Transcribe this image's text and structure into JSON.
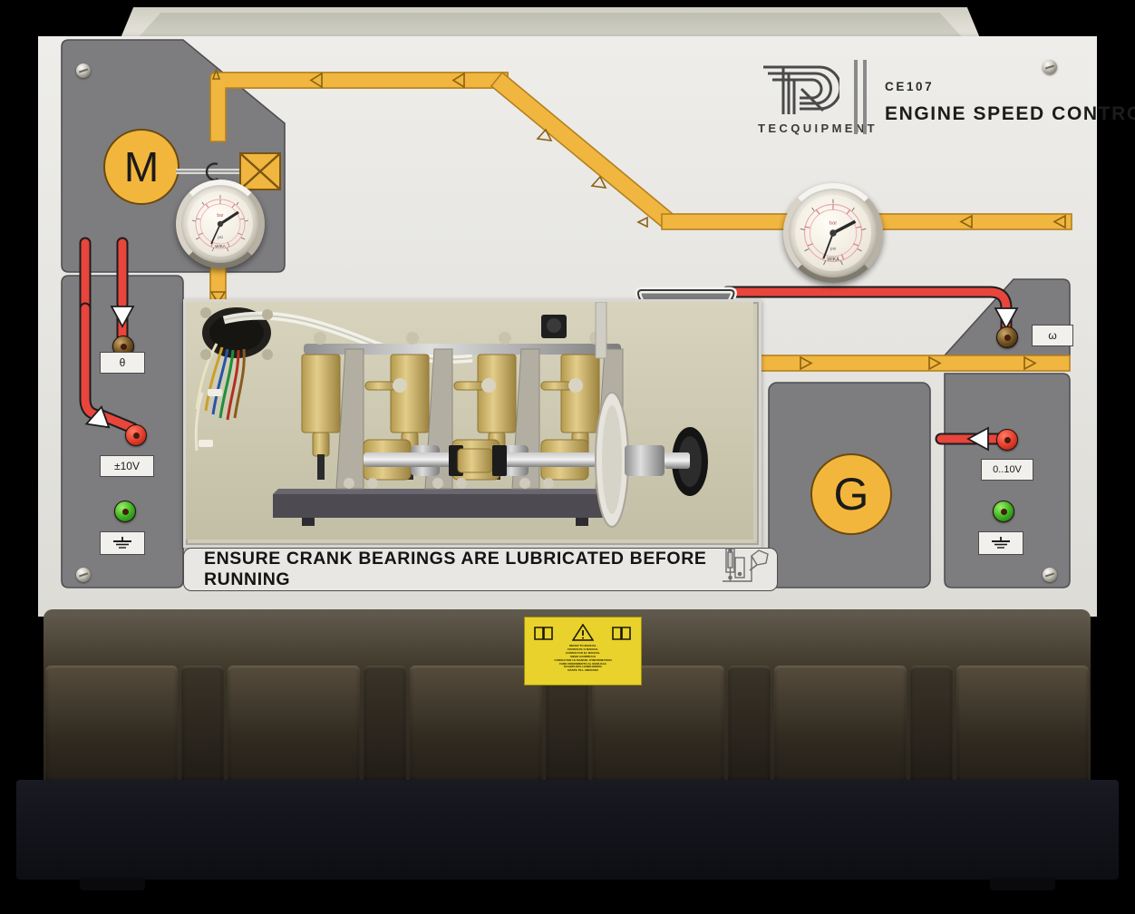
{
  "product": {
    "brand": "TECQUIPMENT",
    "brand_mark": "TQ",
    "model_code": "CE107",
    "title": "ENGINE SPEED CONTROL"
  },
  "panel": {
    "warning_banner": "ENSURE CRANK BEARINGS ARE LUBRICATED BEFORE RUNNING",
    "oiler_icon": "oil-can-icon"
  },
  "symbols": {
    "motor": "M",
    "generator": "G",
    "torque_transducer": "x-box",
    "speed_sensor": "triangle-with-disc"
  },
  "left_terminals": [
    {
      "label": "θ",
      "name": "theta",
      "jack": "dark"
    },
    {
      "label": "±10V",
      "name": "plus-minus-10v",
      "jack": "red"
    },
    {
      "label": "⏚",
      "name": "earth",
      "jack": "green"
    }
  ],
  "right_terminals": [
    {
      "label": "ω",
      "name": "omega",
      "jack": "dark"
    },
    {
      "label": "0..10V",
      "name": "zero-to-10v",
      "jack": "red"
    },
    {
      "label": "⏚",
      "name": "earth",
      "jack": "green"
    }
  ],
  "gauges": [
    {
      "name": "motor-pressure-gauge",
      "maker": "WIKA",
      "unit": "bar",
      "needle_deg": 48
    },
    {
      "name": "line-pressure-gauge",
      "maker": "WIKA",
      "unit": "bar",
      "needle_deg": 40
    }
  ],
  "warning_label": {
    "title": "REFER TO MANUAL",
    "lines": [
      "REFER TO MANUAL",
      "CONSULTE O MANUAL",
      "CONSULTAR EL MANUAL",
      "SIEHE HANDBUCH",
      "CONSULTER LE MANUEL D'INFORMATION",
      "FARE RIFERIMENTO AL MANUALE",
      "RAADPLEEG HANDLEIDING",
      "NÄSTE TILL ANPASSD"
    ],
    "icons": [
      "manual-book-icon",
      "hazard-triangle-icon",
      "manual-book-icon"
    ]
  },
  "colors": {
    "accent_orange": "#f0b63f",
    "signal_red": "#e8453c",
    "panel_grey": "#7d7d80",
    "face_cream": "#e9e8e3",
    "plinth_brown": "#3e3729"
  },
  "flow": {
    "orange_arrow_direction": "left",
    "red_arrow_direction": "down-left"
  }
}
